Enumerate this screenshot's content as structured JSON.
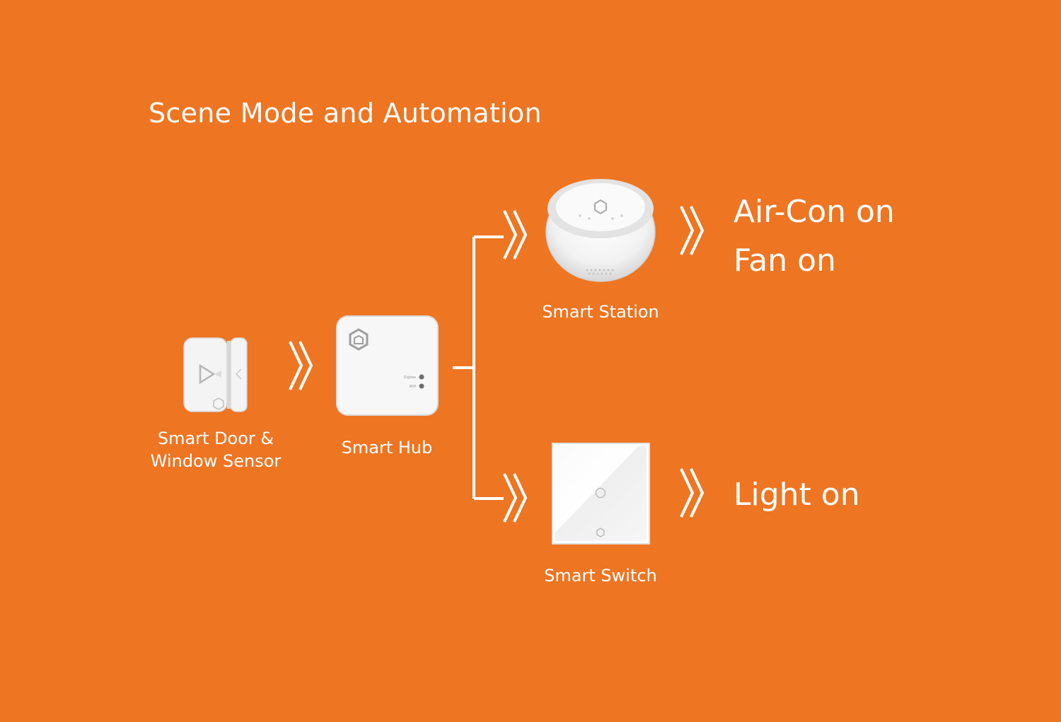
{
  "title": "Scene Mode and Automation",
  "devices": {
    "sensor": {
      "label": "Smart Door &\nWindow Sensor"
    },
    "hub": {
      "label": "Smart Hub",
      "leds": [
        "Zigbee",
        "Wifi"
      ]
    },
    "station": {
      "label": "Smart Station"
    },
    "switch": {
      "label": "Smart Switch"
    }
  },
  "actions": {
    "station": [
      "Air-Con on",
      "Fan on"
    ],
    "switch": [
      "Light on"
    ]
  },
  "colors": {
    "background": "#EE7522",
    "foreground": "#FFFFFF",
    "device": "#F5F5F5",
    "device_shadow": "#D9D9D9"
  }
}
